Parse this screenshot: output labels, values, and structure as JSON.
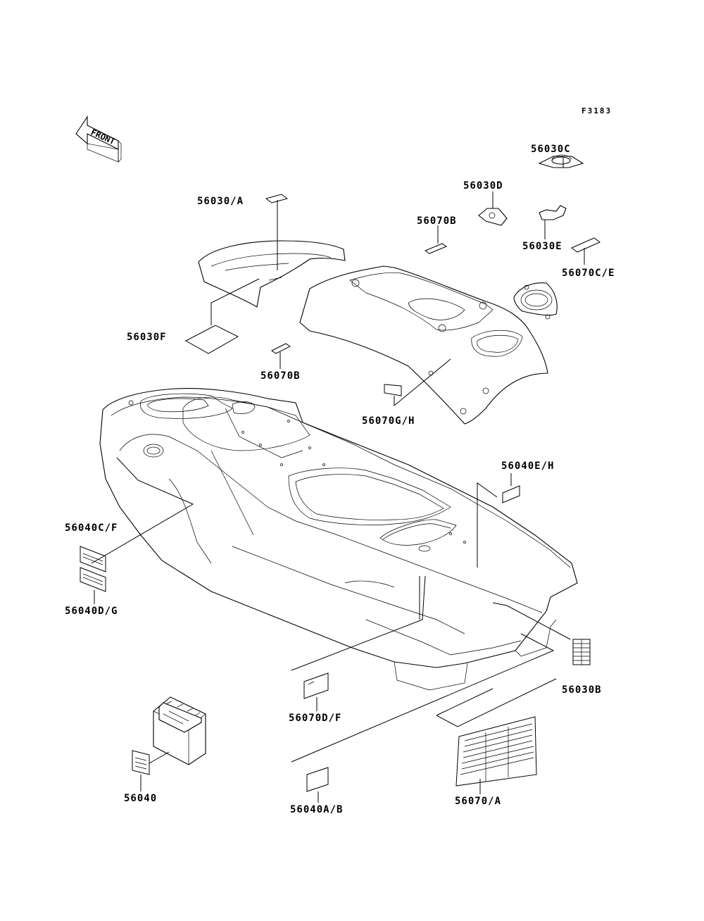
{
  "figure_code": "F3183",
  "front_arrow_text": "FRONT",
  "labels": {
    "p56030C": "56030C",
    "p56030D": "56030D",
    "p56030A": "56030/A",
    "p56070B_top": "56070B",
    "p56030E": "56030E",
    "p56070CE": "56070C/E",
    "p56030F": "56030F",
    "p56070B_mid": "56070B",
    "p56070GH": "56070G/H",
    "p56040EH": "56040E/H",
    "p56040CF": "56040C/F",
    "p56040DG": "56040D/G",
    "p56030B": "56030B",
    "p56070DF": "56070D/F",
    "p56040": "56040",
    "p56040AB": "56040A/B",
    "p56070A": "56070/A"
  }
}
